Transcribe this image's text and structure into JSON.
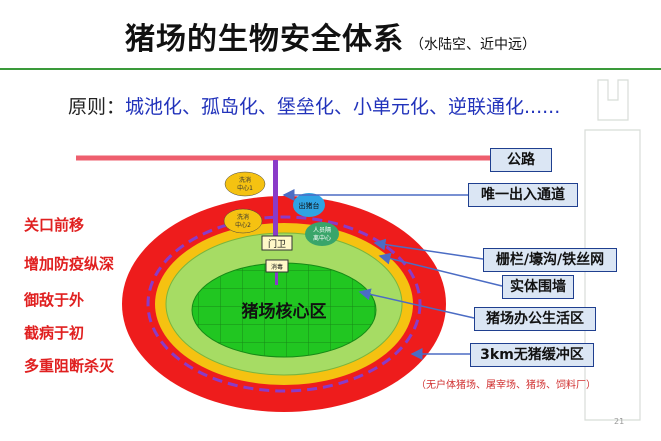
{
  "header": {
    "title": "猪场的生物安全体系",
    "subtitle": "（水陆空、近中远）"
  },
  "principle": {
    "label": "原则：",
    "text": "城池化、孤岛化、堡垒化、小单元化、逆联通化......"
  },
  "left_list": [
    "关口前移",
    "增加防疫纵深",
    "御敌于外",
    "截病于初",
    "多重阻断杀灭"
  ],
  "callouts": {
    "road": "公路",
    "single_entrance": "唯一出入通道",
    "fence": "栅栏/壕沟/铁丝网",
    "solid_wall": "实体围墙",
    "office_area": "猪场办公生活区",
    "buffer_zone": "3km无猪缓冲区"
  },
  "buffer_note": "（无户体猪场、屠宰场、猪场、饲料厂）",
  "diagram": {
    "core_label": "猪场核心区",
    "gate_label": "门卫",
    "disinfect_label": "消毒",
    "center1_line1": "洗消",
    "center1_line2": "中心1",
    "center2_line1": "洗消",
    "center2_line2": "中心2",
    "pig_platform": "出猪台",
    "personnel_line1": "人员隔",
    "personnel_line2": "离中心"
  },
  "page_number": "21",
  "colors": {
    "outer_red": "#ee1c1c",
    "yellow_ring": "#f5c211",
    "light_green": "#a6dc64",
    "core_green": "#21c621",
    "road": "#ee5f6e",
    "channel_purple": "#8a3bc8",
    "arrow_blue": "#4b6cc4"
  }
}
